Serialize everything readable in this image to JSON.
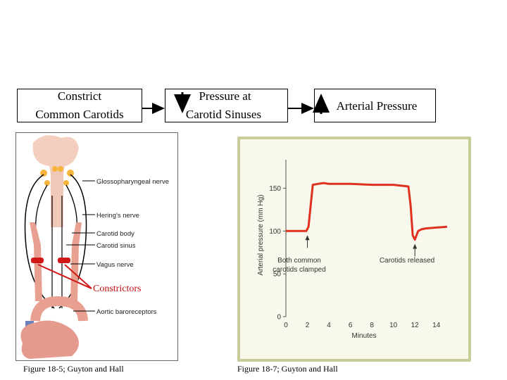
{
  "flow": {
    "box1_line1": "Constrict",
    "box1_line2": "Common Carotids",
    "box2_line1": "Pressure at",
    "box2_line2": "Carotid Sinuses",
    "box3_text": "Arterial Pressure",
    "box2_arrow": "down",
    "box3_arrow": "up"
  },
  "anatomy": {
    "labels": [
      "Glossopharyngeal nerve",
      "Hering's nerve",
      "Carotid body",
      "Carotid sinus",
      "Vagus nerve",
      "Aortic baroreceptors"
    ],
    "constrictors_label": "Constrictors",
    "caption": "Figure 18-5; Guyton and Hall"
  },
  "chart_data": {
    "type": "line",
    "xlabel": "Minutes",
    "ylabel": "Arterial pressure (mm Hg)",
    "xlim": [
      0,
      15
    ],
    "ylim": [
      0,
      175
    ],
    "x_ticks": [
      0,
      2,
      4,
      6,
      8,
      10,
      12,
      14
    ],
    "y_ticks": [
      0,
      50,
      100,
      150
    ],
    "series": [
      {
        "color": "#e03020",
        "x": [
          0,
          1.9,
          2.1,
          2.5,
          3,
          3.5,
          4,
          6,
          8,
          10,
          11.4,
          11.6,
          11.8,
          12,
          12.3,
          12.6,
          13,
          14,
          15
        ],
        "y": [
          100,
          100,
          105,
          154,
          155,
          156,
          155,
          155,
          154,
          154,
          152,
          130,
          95,
          90,
          100,
          102,
          103,
          104,
          105
        ]
      }
    ],
    "annotations": [
      {
        "text_line1": "Both common",
        "text_line2": "carotids clamped",
        "x": 2
      },
      {
        "text_line1": "Carotids released",
        "text_line2": "",
        "x": 12
      }
    ],
    "caption": "Figure 18-7; Guyton and Hall",
    "colors": {
      "panel_bg": "#f8f8ec",
      "panel_border": "#c8cc98",
      "trace": "#e03020"
    }
  }
}
